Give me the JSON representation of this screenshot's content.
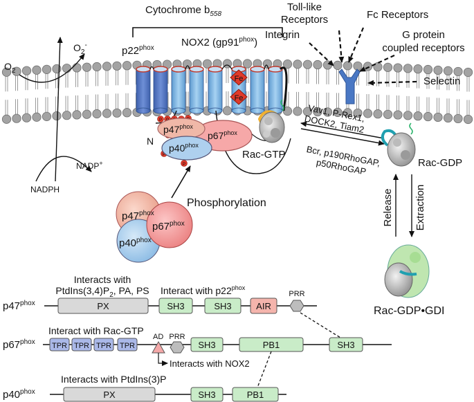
{
  "membrane": {
    "cytochrome_label": "Cytochrome b",
    "cytochrome_sub": "558",
    "p22_label": "p22",
    "nox2_label": "NOX2 (gp91",
    "nox2_close": ")",
    "phox": "phox",
    "fe_label": "Fe",
    "o2_label": "O",
    "o2_sub": "2",
    "superoxide_label": "O",
    "superoxide_sub": "2",
    "superoxide_sup": "-",
    "nadph_label": "NADPH",
    "nadp_label": "NADP",
    "nadp_sup": "+",
    "p_label": "P",
    "n_label": "N"
  },
  "receptors": {
    "toll_like": [
      "Toll-like",
      "Receptors"
    ],
    "fc": "Fc Receptors",
    "integrin": "Integrin",
    "gpcr": [
      "G protein",
      "coupled receptors"
    ],
    "selectin": "Selectin"
  },
  "complex": {
    "p47": "p47",
    "p67": "p67",
    "p40": "p40",
    "rac_gtp": "Rac-GTP",
    "rac_gdp": "Rac-GDP",
    "rac_gdi": "Rac-GDP•GDI",
    "phosphorylation": "Phosphorylation"
  },
  "gef_list": [
    "Vav1, P-Rex1,",
    "DOCK2, Tiam2"
  ],
  "gap_list": [
    "Bcr, p190RhoGAP,",
    "p50RhoGAP"
  ],
  "release_label": "Release",
  "extraction_label": "Extraction",
  "domains": {
    "p47_row": {
      "name": "p47",
      "note_px": [
        "Interacts with",
        "PtdIns(3,4)P",
        "2",
        ", PA, PS"
      ],
      "note_p22": "Interact with p22",
      "px": "PX",
      "sh3a": "SH3",
      "sh3b": "SH3",
      "air": "AIR",
      "prr": "PRR"
    },
    "p67_row": {
      "name": "p67",
      "note": "Interact with Rac-GTP",
      "tpr": [
        "TPR",
        "TPR",
        "TPR",
        "TPR"
      ],
      "ad": "AD",
      "prr": "PRR",
      "sh3": "SH3",
      "pb1": "PB1",
      "sh3_end": "SH3",
      "nox2_note": "Interacts with NOX2"
    },
    "p40_row": {
      "name": "p40",
      "note": "Interacts with PtdIns(3)P",
      "px": "PX",
      "sh3": "SH3",
      "pb1": "PB1"
    }
  },
  "colors": {
    "membrane_head": "#9a9a9a",
    "helix_p22": "#5b7dc8",
    "helix_nox2": "#7fb6e4",
    "heme_red": "#e03a2a",
    "p47_fill": "#f0b8a8",
    "p67_fill": "#f6a8a8",
    "p40_fill": "#aed0ee",
    "receptor_blue": "#4a78c4",
    "px_fill": "#d9d9d9",
    "sh3_fill": "#c9ecc8",
    "air_fill": "#f4b4ac",
    "tpr_fill": "#aab8e8",
    "pb1_fill": "#c9ecc8",
    "prr_fill": "#bdbdbd"
  }
}
